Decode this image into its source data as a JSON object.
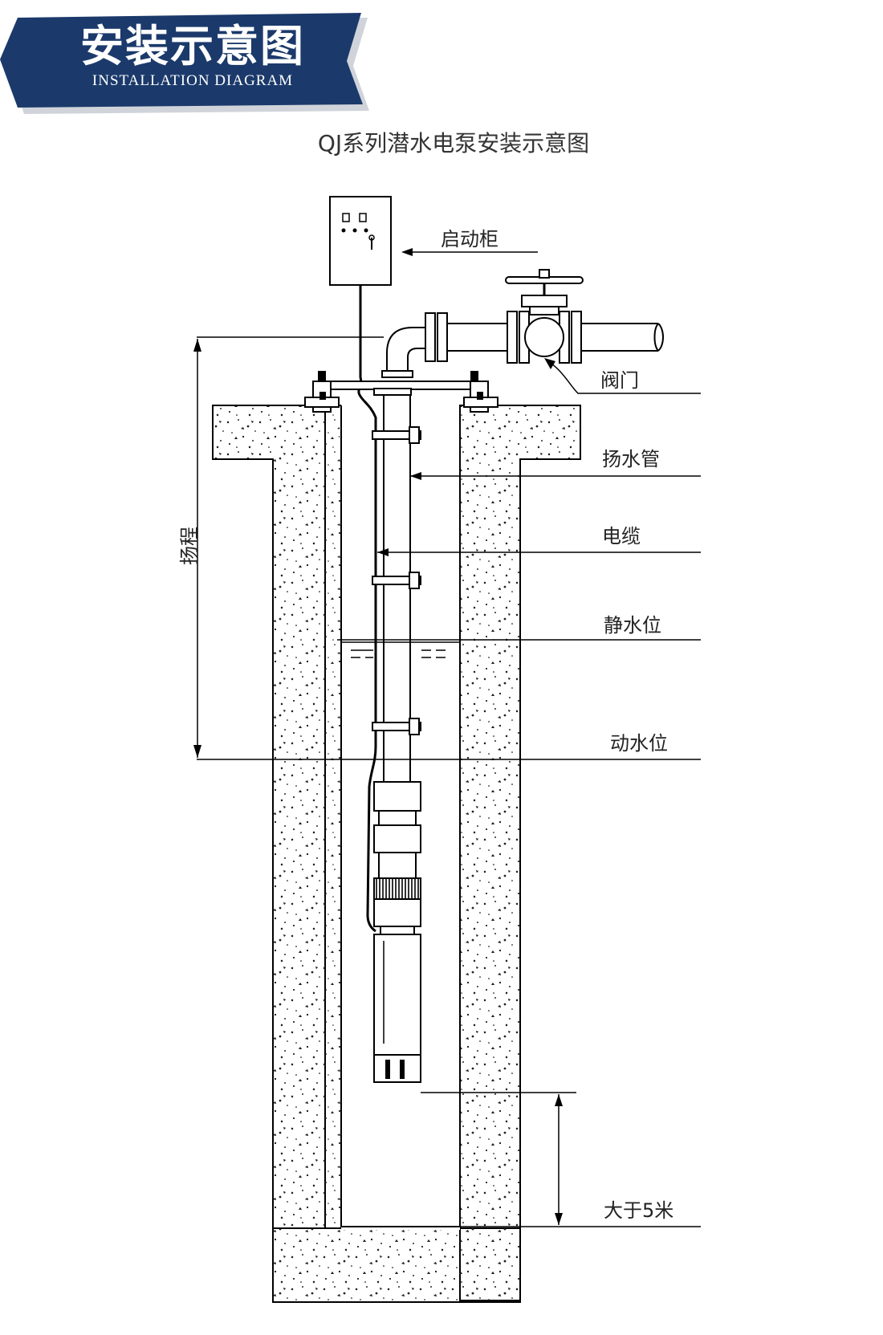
{
  "banner": {
    "title": "安装示意图",
    "subtitle": "INSTALLATION DIAGRAM",
    "color": "#1b3a6b"
  },
  "diagram": {
    "title": "QJ系列潜水电泵安装示意图",
    "labels": {
      "control_cabinet": "启动柜",
      "valve": "阀门",
      "riser_pipe": "扬水管",
      "cable": "电缆",
      "static_water_level": "静水位",
      "dynamic_water_level": "动水位",
      "head": "扬程",
      "clearance": "大于5米"
    }
  }
}
